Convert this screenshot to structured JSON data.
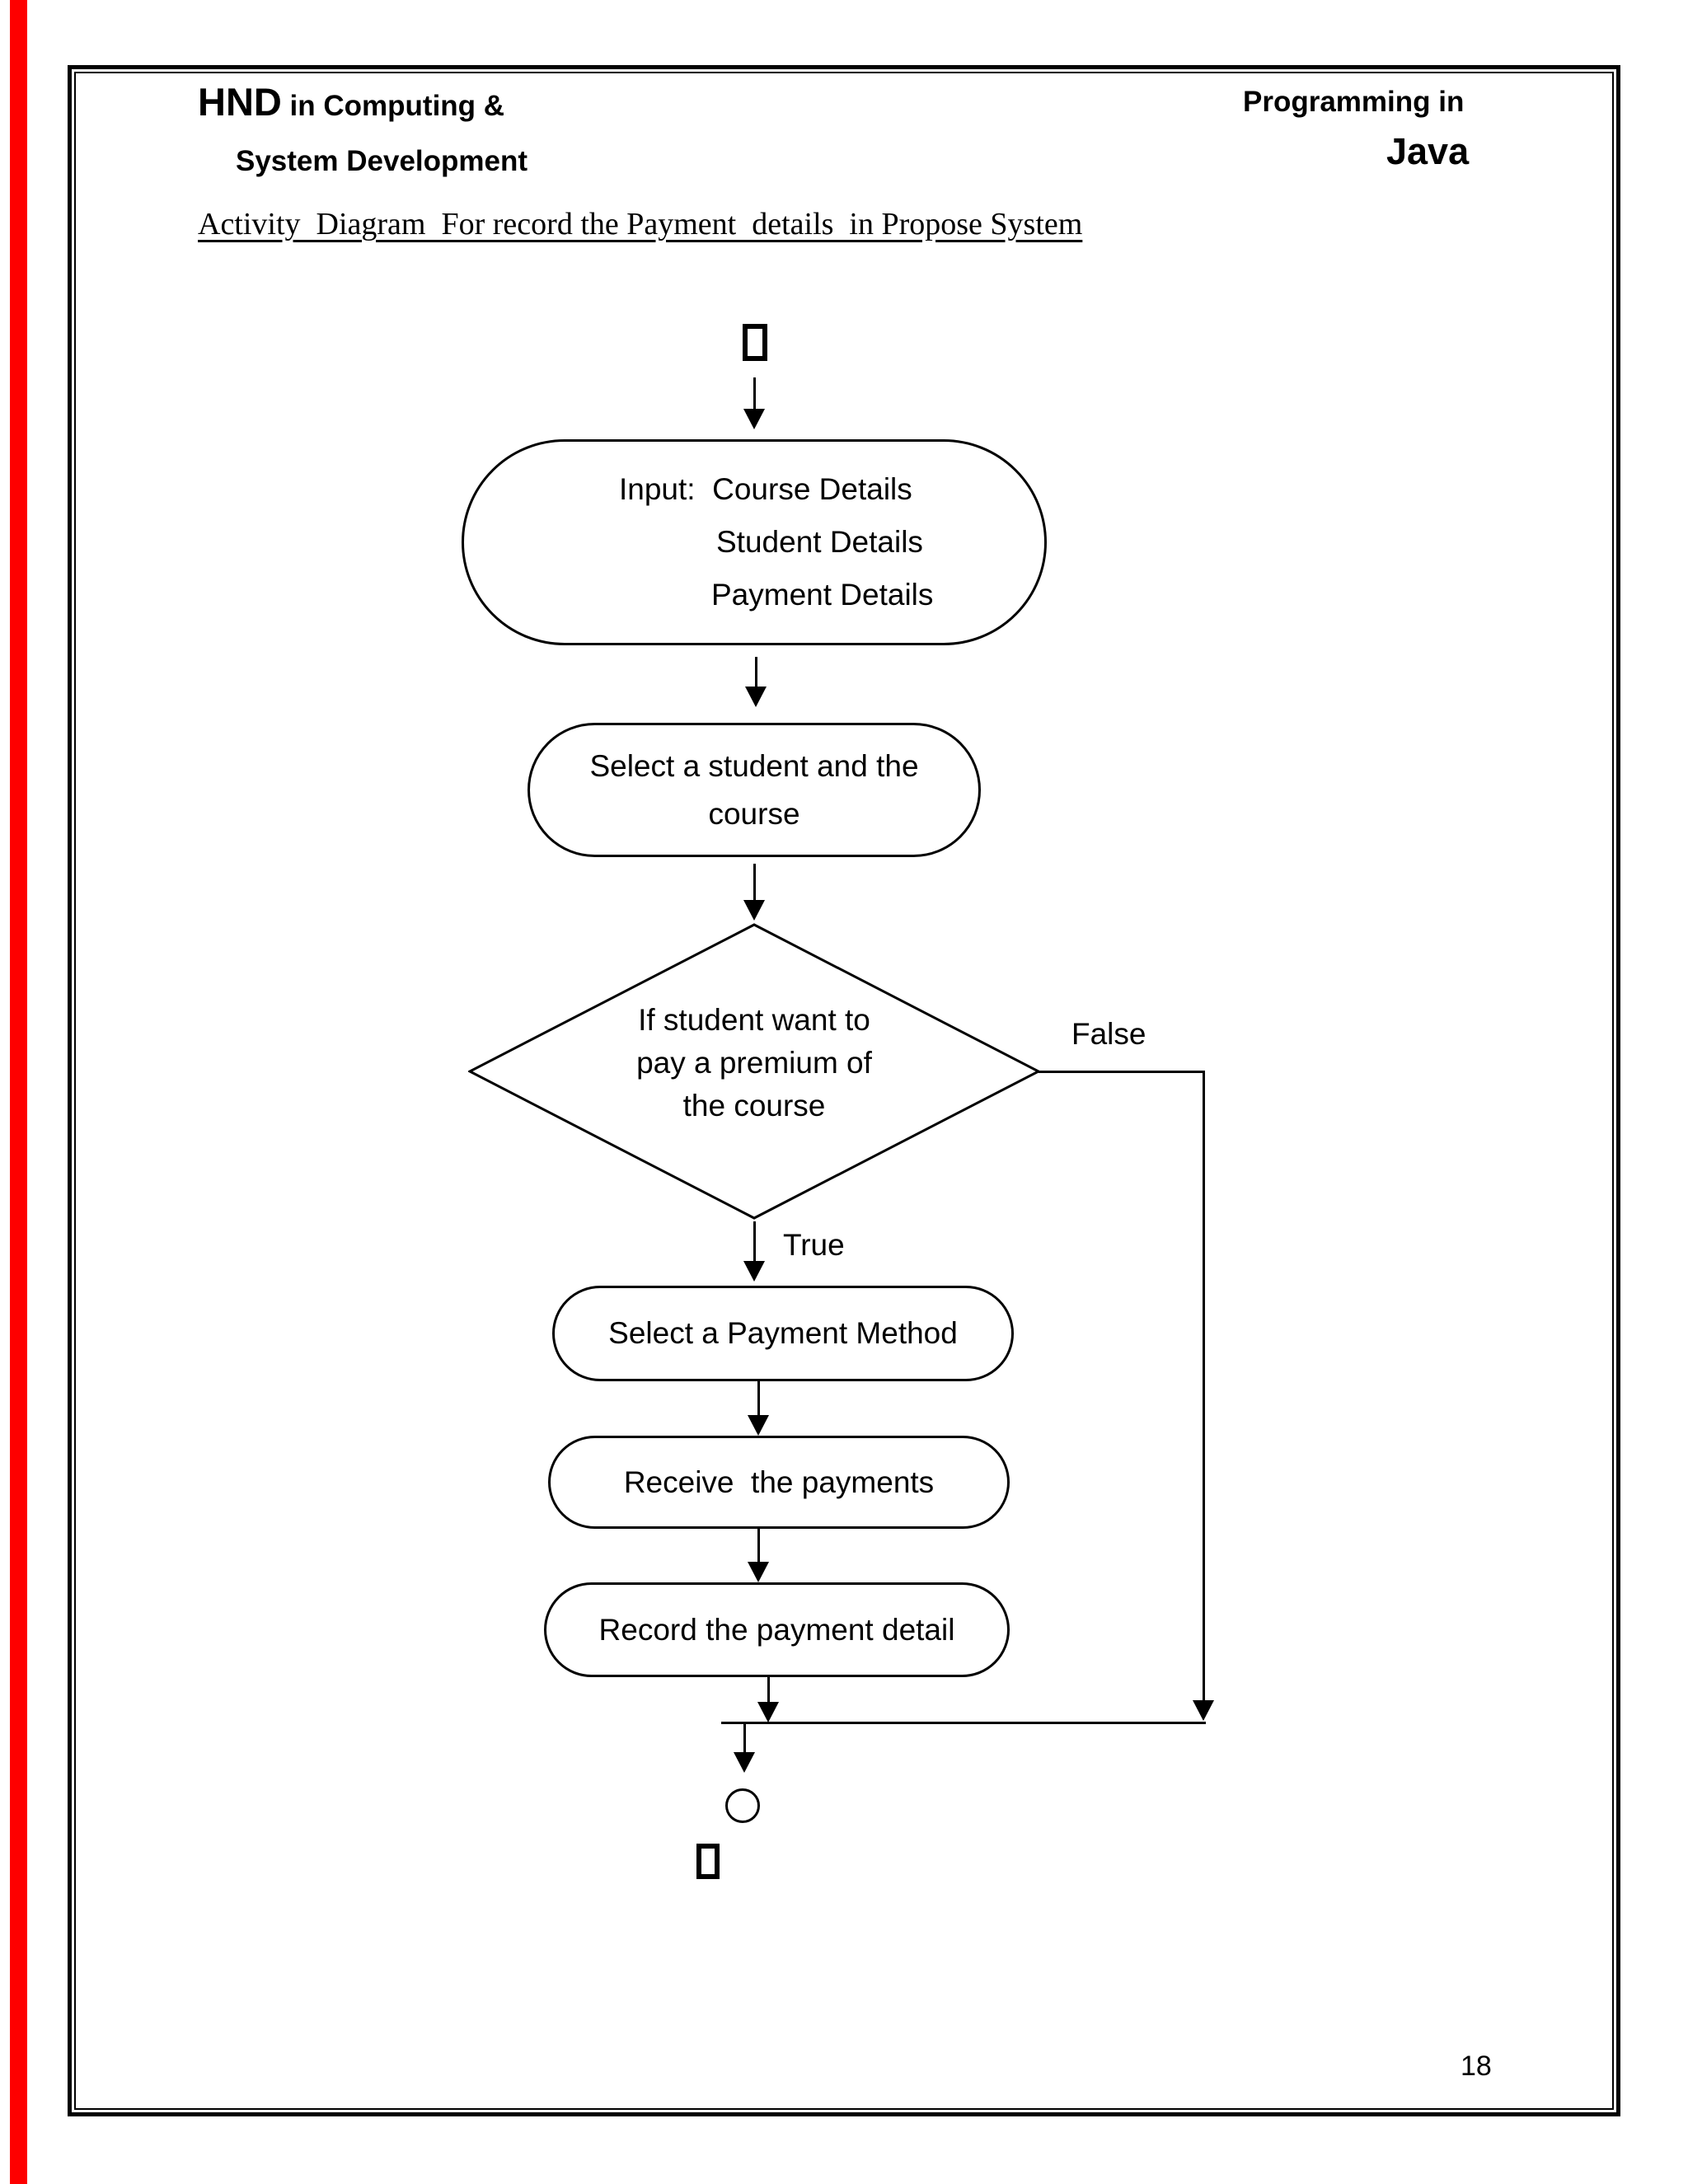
{
  "header": {
    "left_acronym": "HND",
    "left_line1_rest": " in Computing &",
    "left_line2": "System Development",
    "right_line1": "Programming in",
    "right_line2": "Java"
  },
  "title": "Activity  Diagram  For record the Payment  details  in Propose System",
  "diagram": {
    "input_node": {
      "lines": [
        "Input:  Course Details",
        "Student Details",
        "Payment Details"
      ]
    },
    "select_node": {
      "lines": [
        "Select a student and the",
        "course"
      ]
    },
    "decision_node": {
      "lines": [
        "If student want to",
        "pay a premium of",
        "the course"
      ]
    },
    "false_label": "False",
    "true_label": "True",
    "payment_node": "Select a Payment Method",
    "receive_node": "Receive  the payments",
    "record_node": "Record the payment detail"
  },
  "page": {
    "number": "18"
  },
  "colors": {
    "edge_stripe": "#fe0000",
    "ink": "#000000"
  }
}
